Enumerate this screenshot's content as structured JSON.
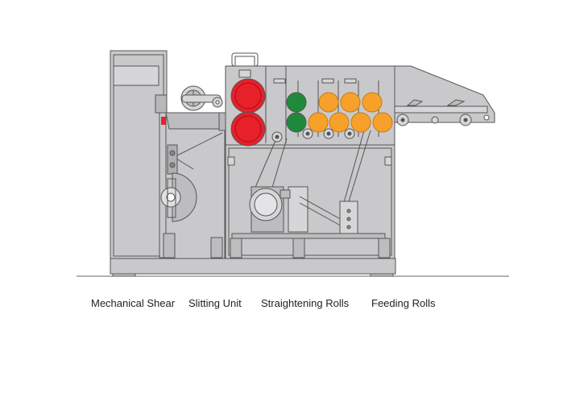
{
  "labels": {
    "mechanical_shear": "Mechanical Shear",
    "slitting_unit": "Slitting Unit",
    "straightening_rolls": "Straightening Rolls",
    "feeding_rolls": "Feeding Rolls"
  },
  "colors": {
    "body": "#c9c9cb",
    "outline": "#555555",
    "red": "#e8202a",
    "green": "#1f8a3c",
    "orange": "#f7a12b",
    "floor": "#666666"
  }
}
